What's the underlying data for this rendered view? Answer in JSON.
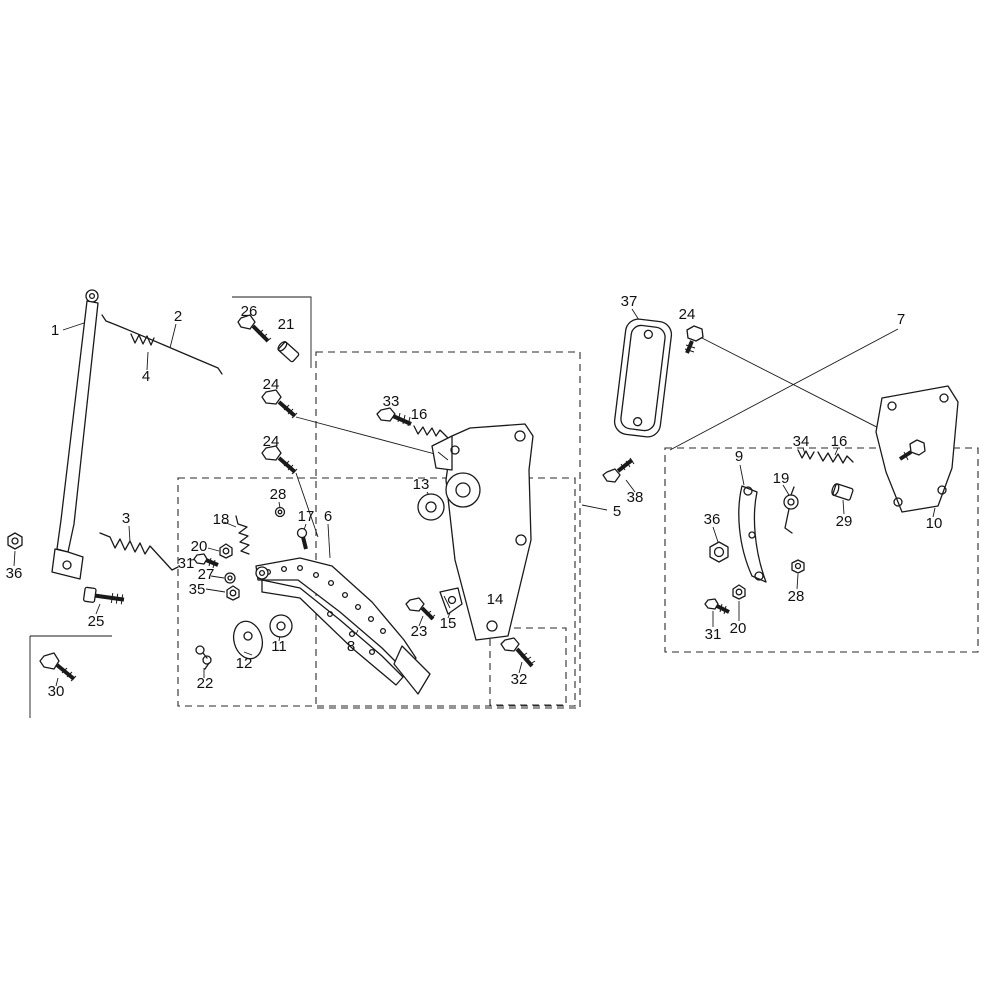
{
  "figure": {
    "background_color": "#ffffff",
    "line_color": "#1a1a1a",
    "type": "exploded-parts-diagram"
  },
  "callouts": [
    {
      "label": "1"
    },
    {
      "label": "2"
    },
    {
      "label": "26"
    },
    {
      "label": "21"
    },
    {
      "label": "4"
    },
    {
      "label": "24"
    },
    {
      "label": "24"
    },
    {
      "label": "33"
    },
    {
      "label": "16"
    },
    {
      "label": "37"
    },
    {
      "label": "24"
    },
    {
      "label": "7"
    },
    {
      "label": "13"
    },
    {
      "label": "28"
    },
    {
      "label": "18"
    },
    {
      "label": "17"
    },
    {
      "label": "6"
    },
    {
      "label": "3"
    },
    {
      "label": "20"
    },
    {
      "label": "31"
    },
    {
      "label": "27"
    },
    {
      "label": "35"
    },
    {
      "label": "36"
    },
    {
      "label": "25"
    },
    {
      "label": "12"
    },
    {
      "label": "11"
    },
    {
      "label": "22"
    },
    {
      "label": "8"
    },
    {
      "label": "23"
    },
    {
      "label": "15"
    },
    {
      "label": "32"
    },
    {
      "label": "30"
    },
    {
      "label": "14"
    },
    {
      "label": "5"
    },
    {
      "label": "38"
    },
    {
      "label": "9"
    },
    {
      "label": "34"
    },
    {
      "label": "16"
    },
    {
      "label": "19"
    },
    {
      "label": "29"
    },
    {
      "label": "10"
    },
    {
      "label": "36"
    },
    {
      "label": "28"
    },
    {
      "label": "20"
    },
    {
      "label": "31"
    }
  ]
}
